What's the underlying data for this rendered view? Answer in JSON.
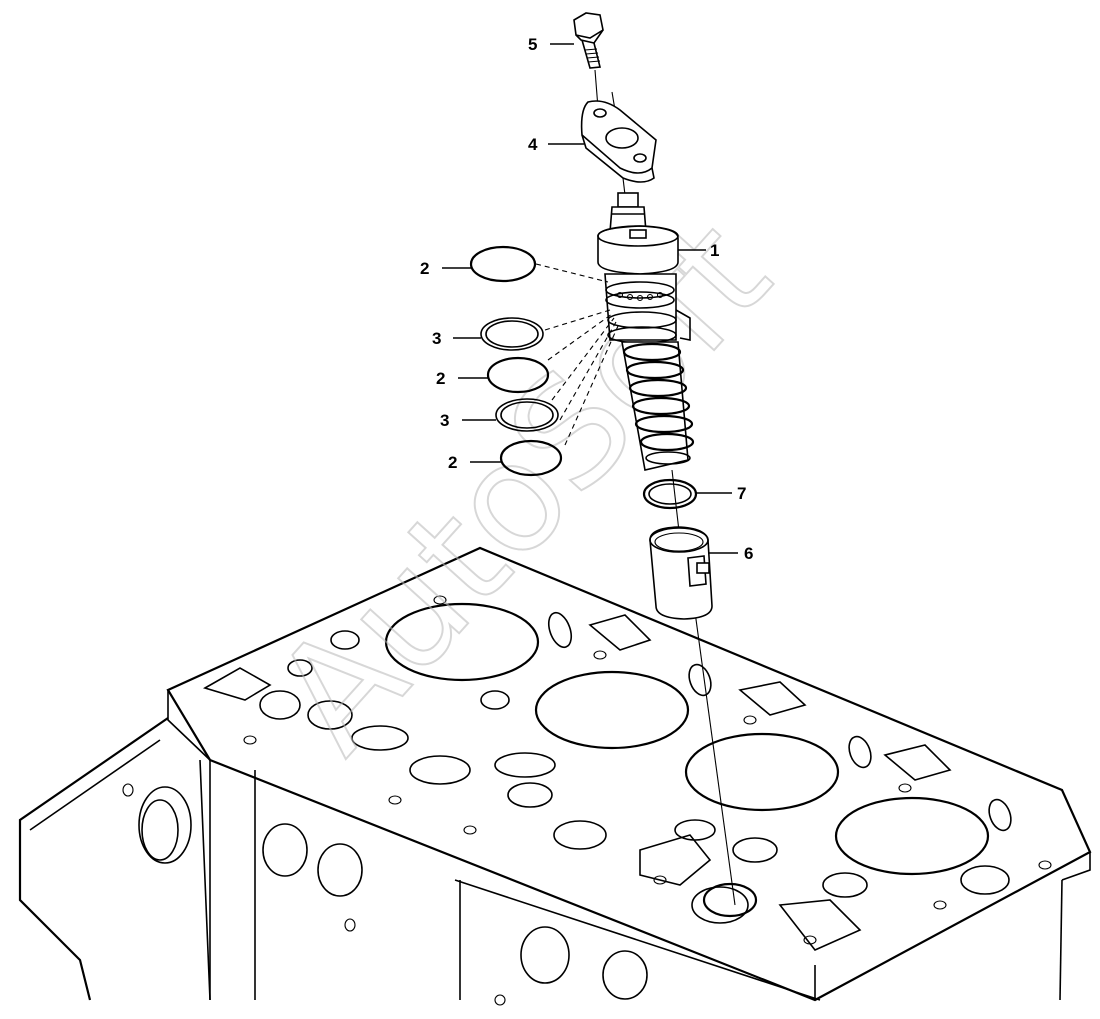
{
  "callouts": [
    {
      "id": "c1",
      "label": "1"
    },
    {
      "id": "c2a",
      "label": "2"
    },
    {
      "id": "c3a",
      "label": "3"
    },
    {
      "id": "c2b",
      "label": "2"
    },
    {
      "id": "c3b",
      "label": "3"
    },
    {
      "id": "c2c",
      "label": "2"
    },
    {
      "id": "c4",
      "label": "4"
    },
    {
      "id": "c5",
      "label": "5"
    },
    {
      "id": "c6",
      "label": "6"
    },
    {
      "id": "c7",
      "label": "7"
    }
  ],
  "watermark": "AutoSoft"
}
